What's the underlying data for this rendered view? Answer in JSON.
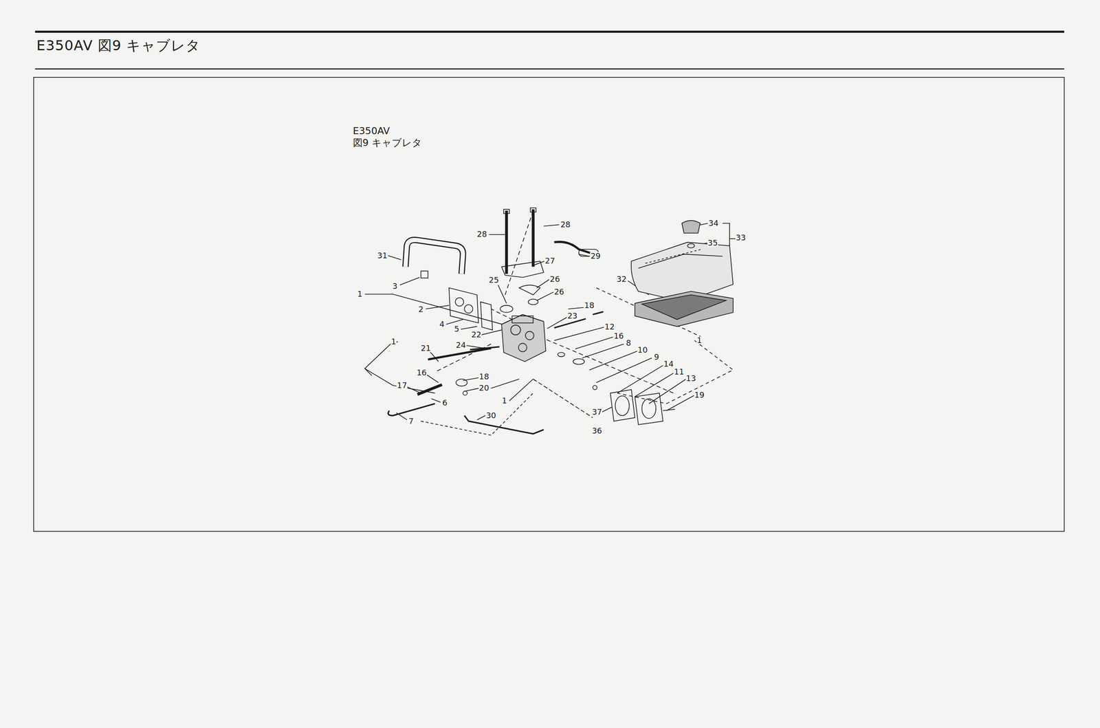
{
  "diagram": {
    "title": "E350AV 図9 キャブレタ",
    "labels": [
      "E350AV",
      "図9 キャブレタ",
      "31",
      "3",
      "1",
      "2",
      "4",
      "5",
      "22",
      "21",
      "24",
      "1",
      "16",
      "18",
      "17",
      "20",
      "1",
      "6",
      "7",
      "30",
      "28",
      "28",
      "29",
      "27",
      "25",
      "26",
      "26",
      "23",
      "18",
      "12",
      "16",
      "8",
      "10",
      "9",
      "14",
      "11",
      "13",
      "1",
      "19",
      "37",
      "36",
      "34",
      "35",
      "33",
      "32"
    ]
  }
}
